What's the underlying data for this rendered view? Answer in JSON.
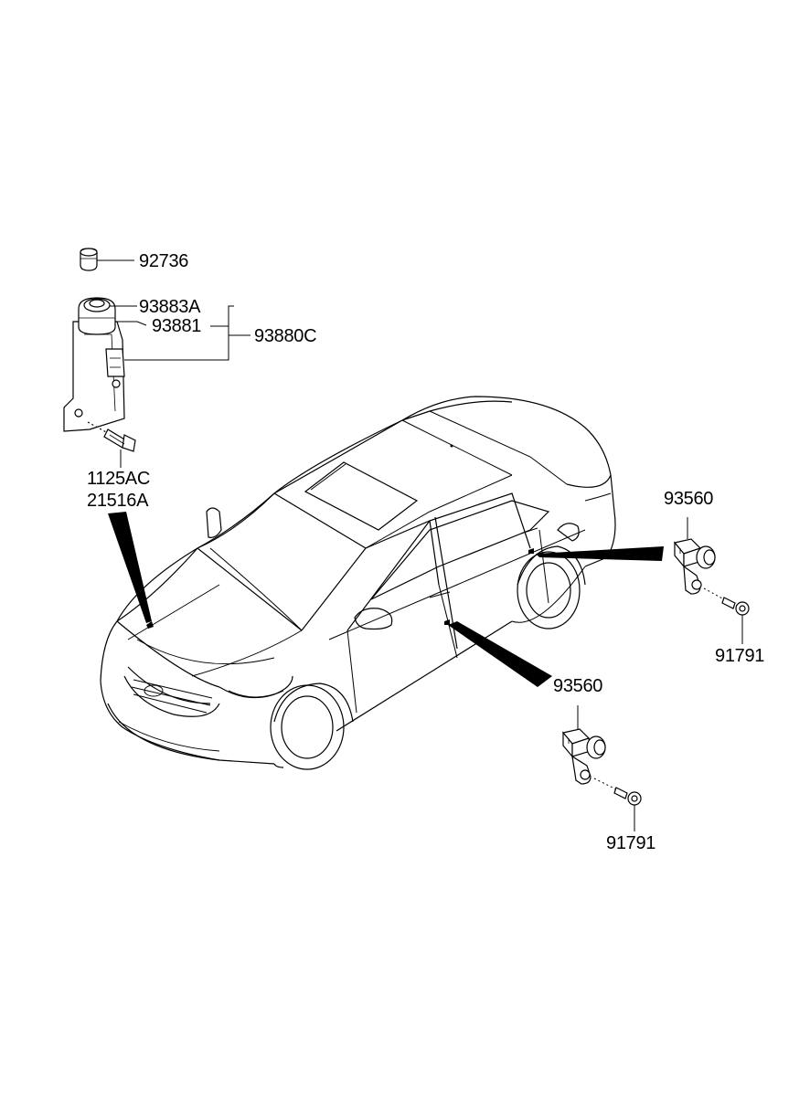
{
  "labels": {
    "p92736": "92736",
    "p93883a": "93883A",
    "p93881": "93881",
    "p93880c": "93880C",
    "p1125ac": "1125AC",
    "p21516a": "21516A",
    "p93560_rear": "93560",
    "p91791_rear": "91791",
    "p93560_front": "93560",
    "p91791_front": "91791"
  }
}
